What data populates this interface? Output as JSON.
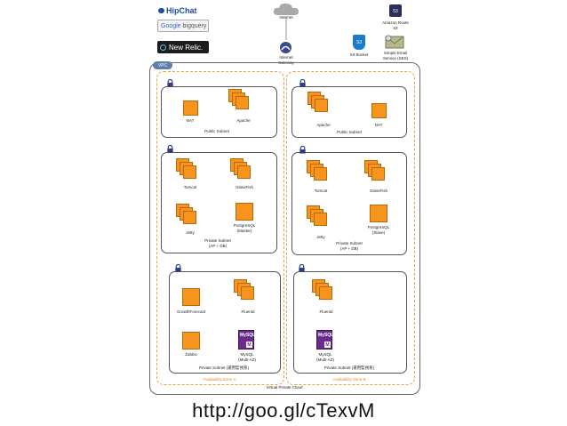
{
  "logos": {
    "hipchat": "HipChat",
    "bigquery_google": "Google",
    "bigquery": "bigquery",
    "newrelic": "New Relic."
  },
  "top": {
    "internet": "Internet",
    "internet_gateway": [
      "Internet",
      "Gateway"
    ],
    "s3_icon": "S3",
    "s3_bucket": "S3 Bucket",
    "route53": [
      "Amazon Route",
      "53"
    ],
    "ses": [
      "Simple Email",
      "Service (SES)"
    ]
  },
  "vpc": {
    "tag": "VPC",
    "label": "Virtual Private Cloud"
  },
  "zones": {
    "c": "Availability Zone C",
    "b": "Availability Zone B"
  },
  "left": {
    "public": {
      "nat": "NAT",
      "apache": "Apache",
      "subnet": "Public Subnet"
    },
    "app": {
      "tomcat": "Tomcat",
      "glassfish": "GlassFish",
      "jetty": "Jetty",
      "postgres": [
        "PostgreSQL",
        "(Master)"
      ],
      "subnet": [
        "Private Subnet",
        "(AP + DB)"
      ]
    },
    "data": {
      "growthforecast": "GrowthForecast",
      "fluentd": "Fluentd",
      "zabbix": "Zabbix",
      "mysql_icon": "MySQL",
      "mysql_m": "M",
      "mysql": [
        "MySQL",
        "(Multi-AZ)"
      ],
      "subnet": "Private Subnet (運用監視系)"
    }
  },
  "right": {
    "public": {
      "apache": "Apache",
      "nat": "NAT",
      "subnet": "Public Subnet"
    },
    "app": {
      "tomcat": "Tomcat",
      "glassfish": "GlassFish",
      "jetty": "Jetty",
      "postgres": [
        "PostgreSQL",
        "(Slave)"
      ],
      "subnet": [
        "Private Subnet",
        "(AP + DB)"
      ]
    },
    "data": {
      "fluentd": "Fluentd",
      "mysql_icon": "MySQL",
      "mysql_m": "M",
      "mysql": [
        "MySQL",
        "(Multi-AZ)"
      ],
      "subnet": "Private Subnet (運用監視系)"
    }
  },
  "url": "http://goo.gl/cTexvM",
  "colors": {
    "instance": "#f7941d",
    "mysql": "#6a2b8a",
    "zone_border": "#f0a23a",
    "lock": "#2e3a86",
    "vpc_tag": "#5b7fa8"
  }
}
